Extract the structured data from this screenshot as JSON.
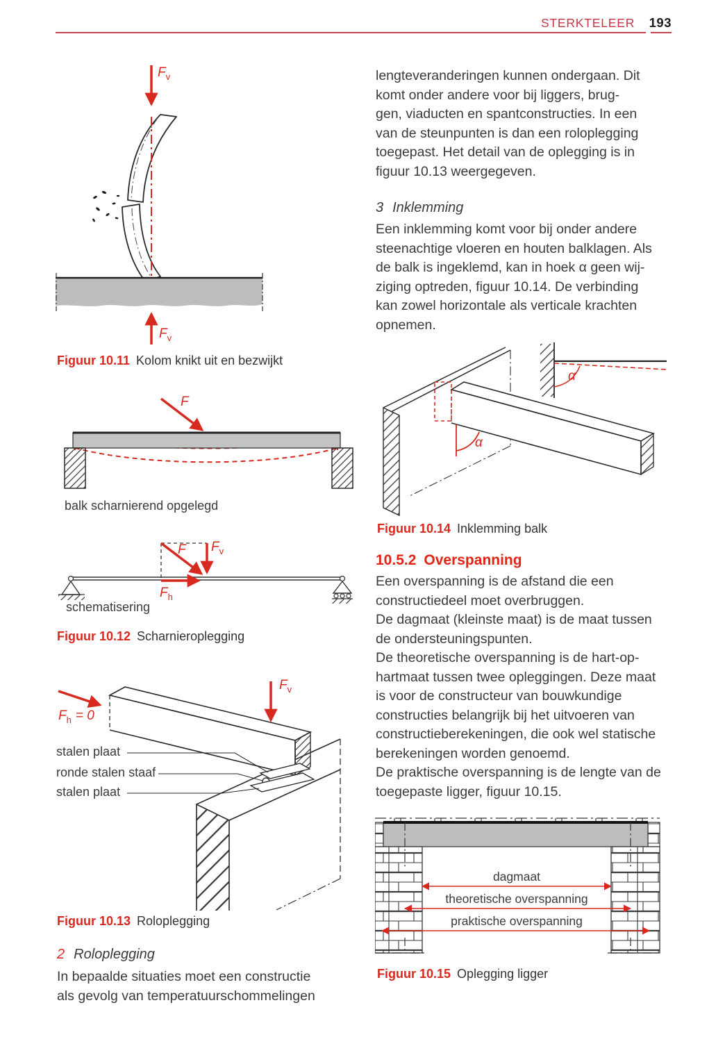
{
  "header": {
    "section": "STERKTELEER",
    "page_number": "193"
  },
  "colors": {
    "accent_red": "#d8291f",
    "header_red": "#c53744",
    "text": "#3a3a3a",
    "beam_gray": "#bdbdbd"
  },
  "symbols": {
    "F": "F",
    "sub_v": "v",
    "sub_h": "h",
    "eq_zero": "= 0",
    "alpha": "α"
  },
  "left": {
    "fig11": {
      "caption_label": "Figuur 10.11",
      "caption": "Kolom knikt uit en bezwijkt"
    },
    "fig12": {
      "beam_note": "balk scharnierend opgelegd",
      "schema_note": "schematisering",
      "caption_label": "Figuur 10.12",
      "caption": "Scharnieroplegging"
    },
    "fig13": {
      "labels": [
        "stalen plaat",
        "ronde stalen staaf",
        "stalen plaat"
      ],
      "caption_label": "Figuur 10.13",
      "caption": "Roloplegging"
    },
    "item": {
      "number": "2",
      "title": "Roloplegging"
    },
    "para": [
      "In bepaalde situaties moet een constructie",
      "als gevolg van temperatuurschommelingen"
    ]
  },
  "right": {
    "p1": [
      "lengteveranderingen kunnen ondergaan. Dit",
      "komt onder andere voor bij liggers, brug-",
      "gen, viaducten en spantconstructies. In een",
      "van de steunpunten is dan een roloplegging",
      "toegepast. Het detail van de oplegging is in",
      "figuur 10.13 weergegeven."
    ],
    "item": {
      "number": "3",
      "title": "Inklemming"
    },
    "p2": [
      "Een inklemming komt voor bij onder andere",
      "steenachtige vloeren en houten balklagen. Als",
      "de balk is ingeklemd, kan in hoek α geen wij-",
      "ziging optreden, figuur 10.14. De verbinding",
      "kan zowel horizontale als verticale krachten",
      "opnemen."
    ],
    "fig14": {
      "caption_label": "Figuur 10.14",
      "caption": "Inklemming balk"
    },
    "heading": {
      "number": "10.5.2",
      "title": "Overspanning"
    },
    "p3": [
      "Een overspanning is de afstand die een",
      "constructiedeel moet overbruggen.",
      "De dagmaat (kleinste maat) is de maat tussen",
      "de ondersteuningspunten.",
      "De theoretische overspanning is de hart-op-",
      "hartmaat tussen twee opleggingen. Deze maat",
      "is voor de constructeur van bouwkundige",
      "constructies belangrijk bij het uitvoeren van",
      "constructieberekeningen, die ook wel statische",
      "berekeningen worden genoemd.",
      "De praktische overspanning is de lengte van de",
      "toegepaste ligger, figuur 10.15."
    ],
    "fig15": {
      "dim1": "dagmaat",
      "dim2": "theoretische overspanning",
      "dim3": "praktische overspanning",
      "caption_label": "Figuur 10.15",
      "caption": "Oplegging ligger"
    }
  }
}
